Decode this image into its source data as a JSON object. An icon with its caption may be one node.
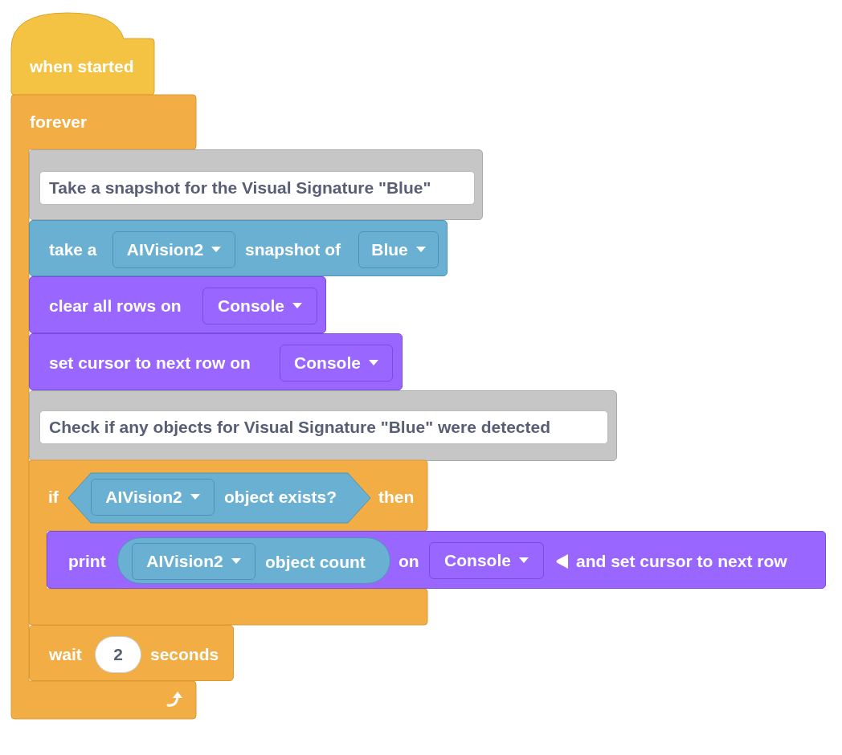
{
  "diagram": {
    "nodes": [
      {
        "text": [
          "when started"
        ]
      },
      {
        "text": [
          "forever"
        ]
      },
      {
        "text": [
          "Take a snapshot for the Visual Signature \"Blue\""
        ]
      },
      {
        "text": [
          "take a",
          "snapshot of"
        ]
      },
      {
        "text": [
          "AIVision2"
        ],
        "in": 3
      },
      {
        "text": [
          "Blue"
        ],
        "in": 3
      },
      {
        "text": [
          "clear all rows on"
        ]
      },
      {
        "text": [
          "Console"
        ],
        "in": 6
      },
      {
        "text": [
          "set cursor to next row on"
        ]
      },
      {
        "text": [
          "Console"
        ],
        "in": 8
      },
      {
        "text": [
          "Check if any objects for Visual Signature \"Blue\" were detected"
        ]
      },
      {
        "text": [
          "if",
          "then"
        ]
      },
      {
        "text": [
          "object exists?"
        ],
        "in": 11
      },
      {
        "text": [
          "AIVision2"
        ],
        "in": 12
      },
      {
        "text": [
          "print",
          "on",
          "and set cursor to next row"
        ]
      },
      {
        "text": [
          "object count"
        ],
        "in": 14
      },
      {
        "text": [
          "AIVision2"
        ],
        "in": 15
      },
      {
        "text": [
          "Console"
        ],
        "in": 14
      },
      {
        "text": [
          "wait",
          "seconds"
        ]
      },
      {
        "text": [
          "2"
        ],
        "in": 18
      }
    ]
  }
}
